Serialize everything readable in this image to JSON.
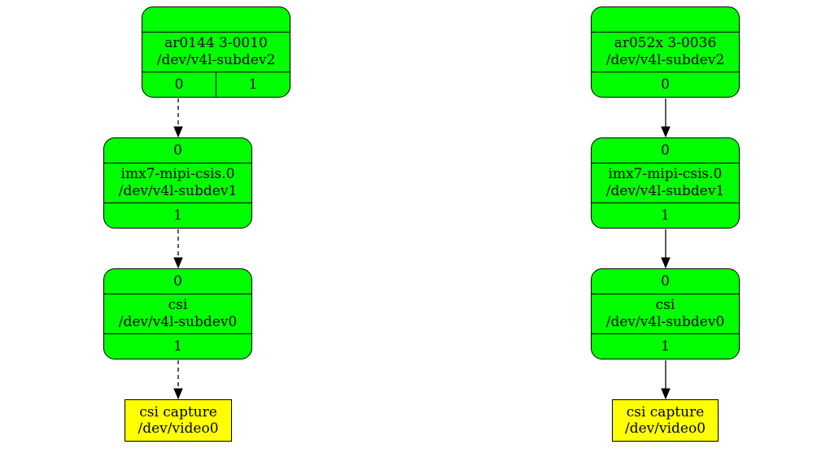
{
  "pipelines": [
    {
      "id": "left",
      "link_style": "dashed",
      "sensor": {
        "name": "ar0144 3-0010",
        "dev": "/dev/v4l-subdev2",
        "pads": [
          "0",
          "1"
        ]
      },
      "mipi": {
        "pad_in": "0",
        "name": "imx7-mipi-csis.0",
        "dev": "/dev/v4l-subdev1",
        "pad_out": "1"
      },
      "csi": {
        "pad_in": "0",
        "name": "csi",
        "dev": "/dev/v4l-subdev0",
        "pad_out": "1"
      },
      "capture": {
        "name": "csi capture",
        "dev": "/dev/video0"
      }
    },
    {
      "id": "right",
      "link_style": "solid",
      "sensor": {
        "name": "ar052x 3-0036",
        "dev": "/dev/v4l-subdev2",
        "pads": [
          "0"
        ]
      },
      "mipi": {
        "pad_in": "0",
        "name": "imx7-mipi-csis.0",
        "dev": "/dev/v4l-subdev1",
        "pad_out": "1"
      },
      "csi": {
        "pad_in": "0",
        "name": "csi",
        "dev": "/dev/v4l-subdev0",
        "pad_out": "1"
      },
      "capture": {
        "name": "csi capture",
        "dev": "/dev/video0"
      }
    }
  ],
  "colors": {
    "entity_fill": "#00ff00",
    "video_fill": "#ffff00",
    "stroke": "#000000"
  }
}
